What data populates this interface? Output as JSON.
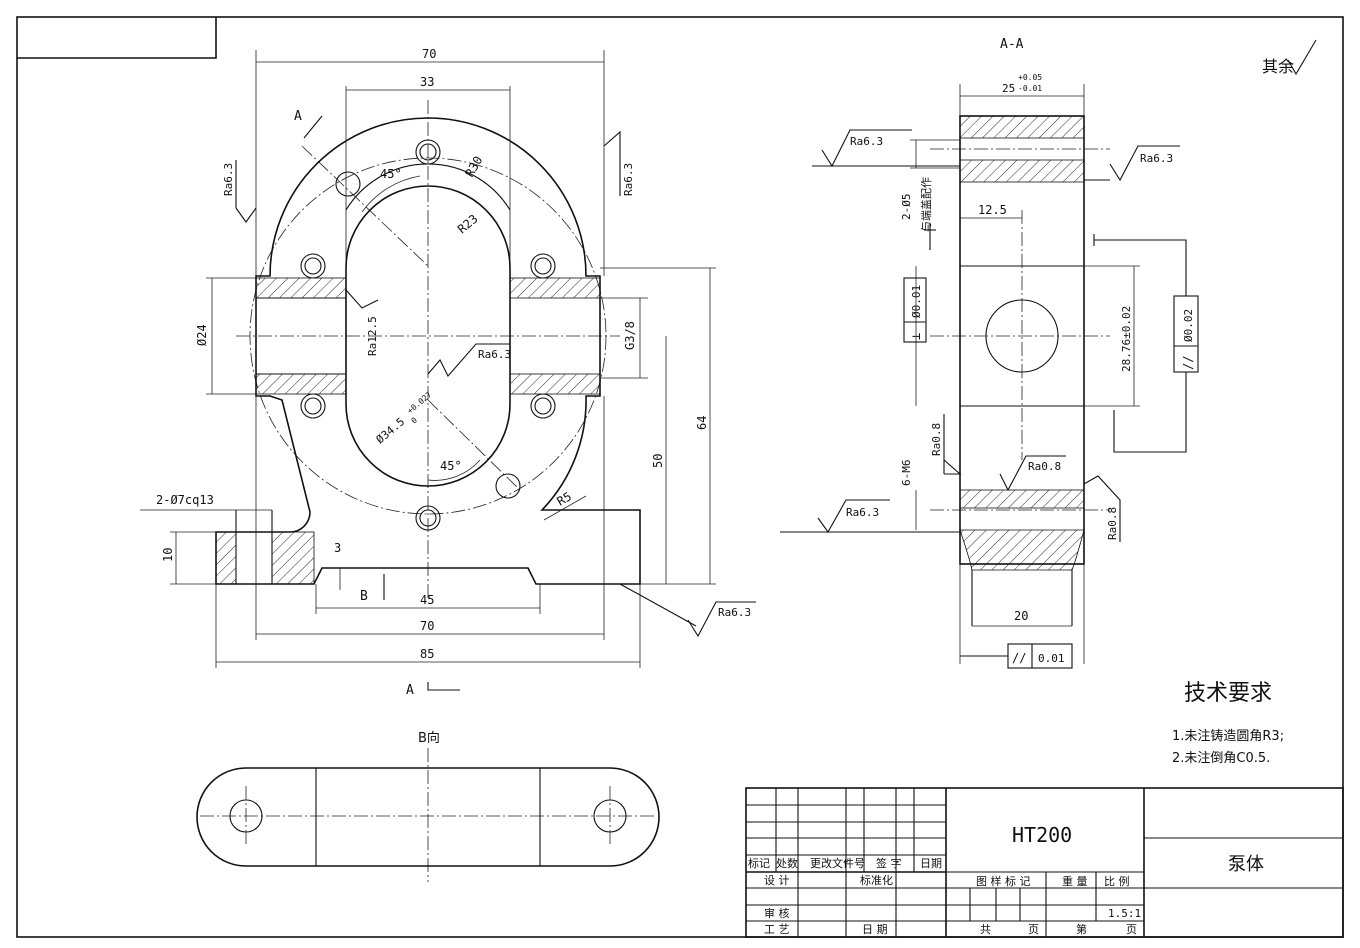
{
  "roughness_note": "其余",
  "section_title": "A-A",
  "view_b_title": "B向",
  "section_marks": {
    "top": "A",
    "bottom": "A",
    "b_arrow": "B"
  },
  "front_view": {
    "dims": {
      "width_70_top": "70",
      "width_33": "33",
      "r30": "R30",
      "r23": "R23",
      "angle_top": "45°",
      "angle_bottom": "45°",
      "dia_24": "Ø24",
      "thread": "G3/8",
      "height_64": "64",
      "height_50": "50",
      "bore": "Ø34.5",
      "bore_tol_upper": "+0.027",
      "bore_tol_lower": "0",
      "r5": "R5",
      "holes": "2-Ø7cq13",
      "h10": "10",
      "h3": "3",
      "w45": "45",
      "w70_bottom": "70",
      "w85": "85"
    },
    "roughness": {
      "left": "Ra6.3",
      "right": "Ra6.3",
      "inner": "Ra12.5",
      "bore_face": "Ra6.3",
      "bottom": "Ra6.3"
    }
  },
  "section_view": {
    "dims": {
      "width_25": "25",
      "tol_upper": "+0.05",
      "tol_lower": "-0.01",
      "pins": "2-Ø5",
      "pins_note": "与端盖配作",
      "d12_5": "12.5",
      "h28_76": "28.76±0.02",
      "threads": "6-M6",
      "w20": "20"
    },
    "roughness": {
      "top_left": "Ra6.3",
      "top_right": "Ra6.3",
      "mid_left": "Ra0.8",
      "mid_center": "Ra0.8",
      "right": "Ra0.8",
      "bottom_left": "Ra6.3"
    },
    "tolerance_frames": {
      "perpendicularity_symbol": "⊥",
      "perpendicularity_value": "Ø0.01",
      "parallel_symbol": "//",
      "parallel_value": "Ø0.02",
      "bottom_parallel_symbol": "//",
      "bottom_parallel_value": "0.01"
    }
  },
  "requirements": {
    "title": "技术要求",
    "items": [
      "1.未注铸造圆角R3;",
      "2.未注倒角C0.5."
    ]
  },
  "title_block": {
    "material": "HT200",
    "part_name": "泵体",
    "header_row": [
      "标记",
      "处数",
      "更改文件号",
      "签 字",
      "日期"
    ],
    "design": "设 计",
    "standard": "标准化",
    "review": "审 核",
    "process": "工 艺",
    "date": "日 期",
    "marks_header": [
      "图 样 标 记",
      "重 量",
      "比 例"
    ],
    "scale": "1.5:1",
    "sheets": [
      "共",
      "页",
      "第",
      "页"
    ]
  }
}
